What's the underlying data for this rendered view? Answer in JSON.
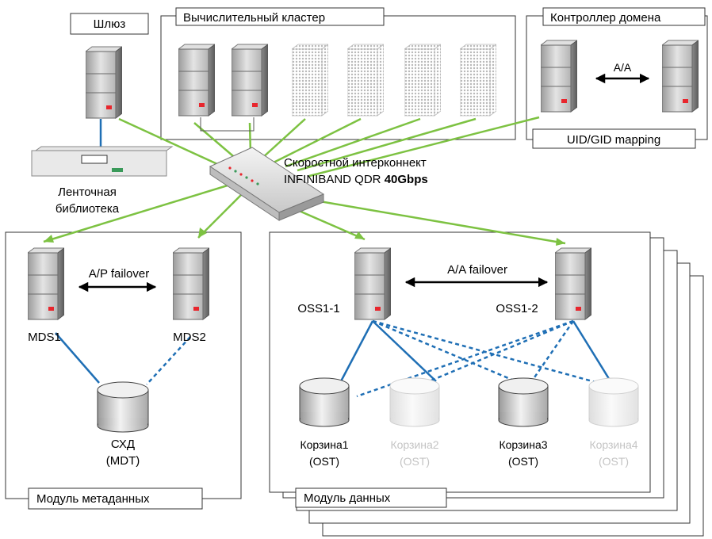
{
  "gateway": {
    "title": "Шлюз"
  },
  "tape_library": {
    "line1": "Ленточная",
    "line2": "библиотека"
  },
  "compute_cluster": {
    "title": "Вычислительный кластер"
  },
  "domain_controller": {
    "title": "Контроллер домена",
    "link_label": "A/A",
    "mapping_label": "UID/GID mapping"
  },
  "interconnect": {
    "line1": "Скоростной интерконнект",
    "line2_prefix": "INFINIBAND QDR ",
    "line2_bold": "40Gbps"
  },
  "metadata_module": {
    "title": "Модуль метаданных",
    "failover_label": "A/P failover",
    "server1": "MDS1",
    "server2": "MDS2",
    "storage_line1": "СХД",
    "storage_line2": "(MDT)"
  },
  "data_module": {
    "title": "Модуль данных",
    "failover_label": "A/A failover",
    "server1": "OSS1-1",
    "server2": "OSS1-2",
    "disks": [
      {
        "line1": "Корзина1",
        "line2": "(OST)",
        "active": true
      },
      {
        "line1": "Корзина2",
        "line2": "(OST)",
        "active": false
      },
      {
        "line1": "Корзина3",
        "line2": "(OST)",
        "active": true
      },
      {
        "line1": "Корзина4",
        "line2": "(OST)",
        "active": false
      }
    ]
  },
  "colors": {
    "link_green": "#7dc242",
    "link_blue": "#1f6fb5",
    "accent_red": "#e8262d",
    "server_grey": "#c8c8c8"
  }
}
